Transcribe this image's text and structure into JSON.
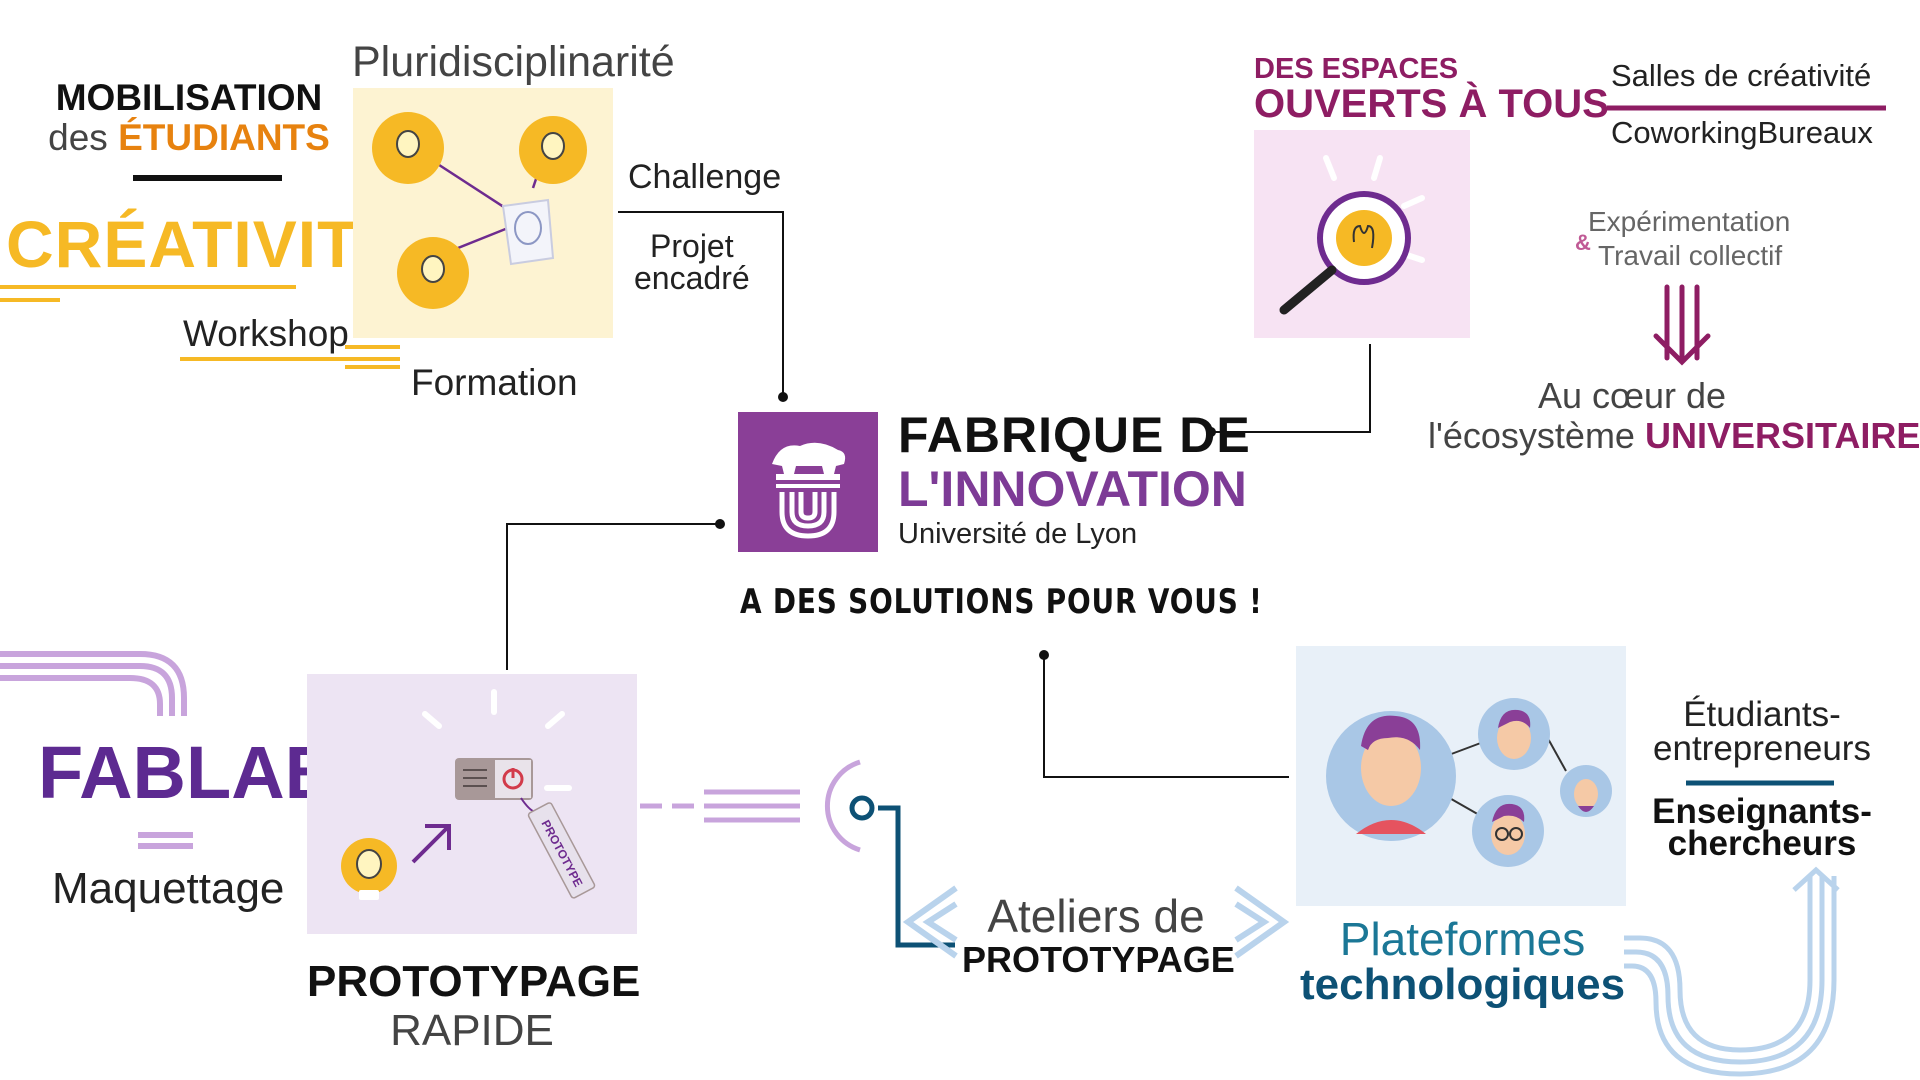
{
  "colors": {
    "yellow": "#f6b925",
    "orange": "#e7820f",
    "plum": "#8e1d63",
    "purple": "#6e2b8f",
    "fablab": "#5d2a91",
    "navy": "#0d5175",
    "teal": "#1b7796",
    "lilac": "#c8a4dc",
    "sky": "#b9d3ec",
    "black": "#111111",
    "grey": "#3c3c3c"
  },
  "center": {
    "title_line1": "FABRIQUE DE",
    "title_line2": "L'INNOVATION",
    "university": "Université de Lyon",
    "tagline": "A DES SOLUTIONS POUR VOUS !",
    "logo_icon": "lion-university-logo-icon"
  },
  "creativity": {
    "heading_line1": "MOBILISATION",
    "heading_des": "des",
    "heading_students": "ÉTUDIANTS",
    "big_word": "CRÉATIVITÉ",
    "pluri": "Pluridisciplinarité",
    "workshop": "Workshop",
    "formation": "Formation",
    "challenge": "Challenge",
    "projet_line1": "Projet",
    "projet_line2": "encadré",
    "icon": "ideas-network-icon"
  },
  "spaces": {
    "title_line1": "DES ESPACES",
    "title_line2": "OUVERTS À TOUS",
    "item1": "Salles de créativité",
    "item2": "CoworkingBureaux",
    "amp": "&",
    "exp_line1": "Expérimentation",
    "exp_line2": "Travail collectif",
    "heart_line1": "Au cœur de",
    "heart_line2_prefix": "l'écosystème",
    "heart_line2_bold": "UNIVERSITAIRE",
    "icon": "magnifier-idea-icon"
  },
  "fablab": {
    "title": "FABLAB",
    "maquettage": "Maquettage",
    "proto_line1": "PROTOTYPAGE",
    "proto_line2": "RAPIDE",
    "tag_label": "PROTOTYPE",
    "icon": "prototype-device-icon"
  },
  "ateliers": {
    "line1": "Ateliers de",
    "line2": "PROTOTYPAGE"
  },
  "platforms": {
    "line1": "Plateformes",
    "line2": "technologiques",
    "students_line1": "Étudiants-",
    "students_line2": "entrepreneurs",
    "teachers_line1": "Enseignants-",
    "teachers_line2": "chercheurs",
    "icon": "people-network-icon"
  }
}
